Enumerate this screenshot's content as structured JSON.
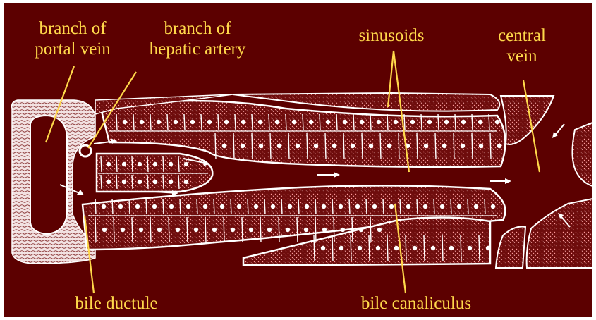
{
  "colors": {
    "background": "#5c0000",
    "tissue": "#7a1010",
    "membrane": "#ffffff",
    "label": "#ffd84a",
    "pointer": "#ffd84a",
    "arrow": "#ffffff"
  },
  "labels": {
    "portal_vein_1": "branch of",
    "portal_vein_2": "portal vein",
    "hepatic_artery_1": "branch of",
    "hepatic_artery_2": "hepatic artery",
    "sinusoids": "sinusoids",
    "central_vein_1": "central",
    "central_vein_2": "vein",
    "bile_ductule": "bile ductule",
    "bile_canaliculus": "bile canaliculus"
  },
  "icons": {
    "flow_arrow": "flow-arrow-icon",
    "pointer_line": "pointer-line"
  }
}
